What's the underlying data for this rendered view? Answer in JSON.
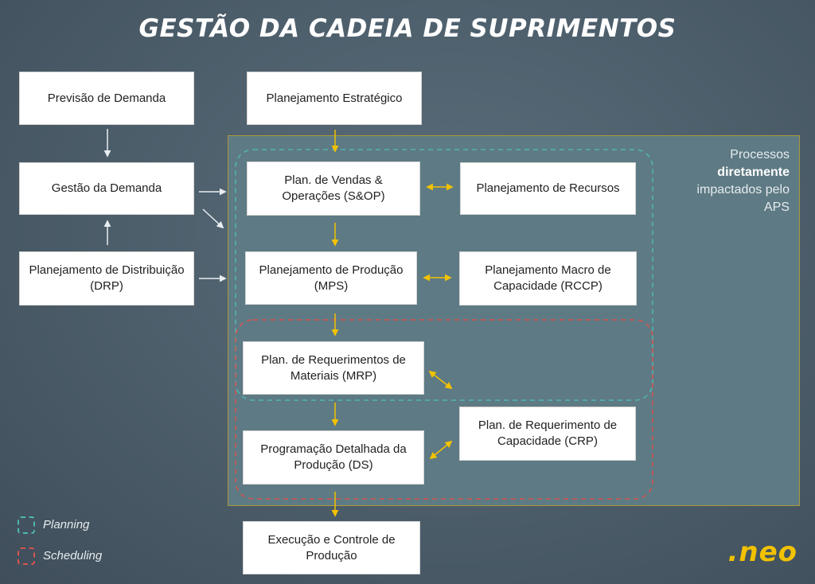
{
  "title": "GESTÃO DA CADEIA DE SUPRIMENTOS",
  "aps": {
    "line1": "Processos",
    "line2": "diretamente",
    "line3": "impactados pelo",
    "line4": "APS"
  },
  "boxes": {
    "previsao": "Previsão de Demanda",
    "gestao": "Gestão da Demanda",
    "drp": "Planejamento de Distribuição (DRP)",
    "estrategico": "Planejamento Estratégico",
    "sop": "Plan. de Vendas & Operações (S&OP)",
    "recursos": "Planejamento de Recursos",
    "mps": "Planejamento de Produção (MPS)",
    "rccp": "Planejamento Macro de Capacidade (RCCP)",
    "mrp": "Plan. de Requerimentos de Materiais (MRP)",
    "crp": "Plan. de Requerimento de Capacidade (CRP)",
    "ds": "Programação Detalhada da Produção (DS)",
    "execucao": "Execução e Controle de Produção"
  },
  "legend": {
    "planning": "Planning",
    "scheduling": "Scheduling"
  },
  "logo": ".neo",
  "colors": {
    "planning": "#4fb8b2",
    "scheduling": "#d9534f",
    "arrow_yellow": "#f2c200",
    "arrow_white": "#e8edf0"
  }
}
